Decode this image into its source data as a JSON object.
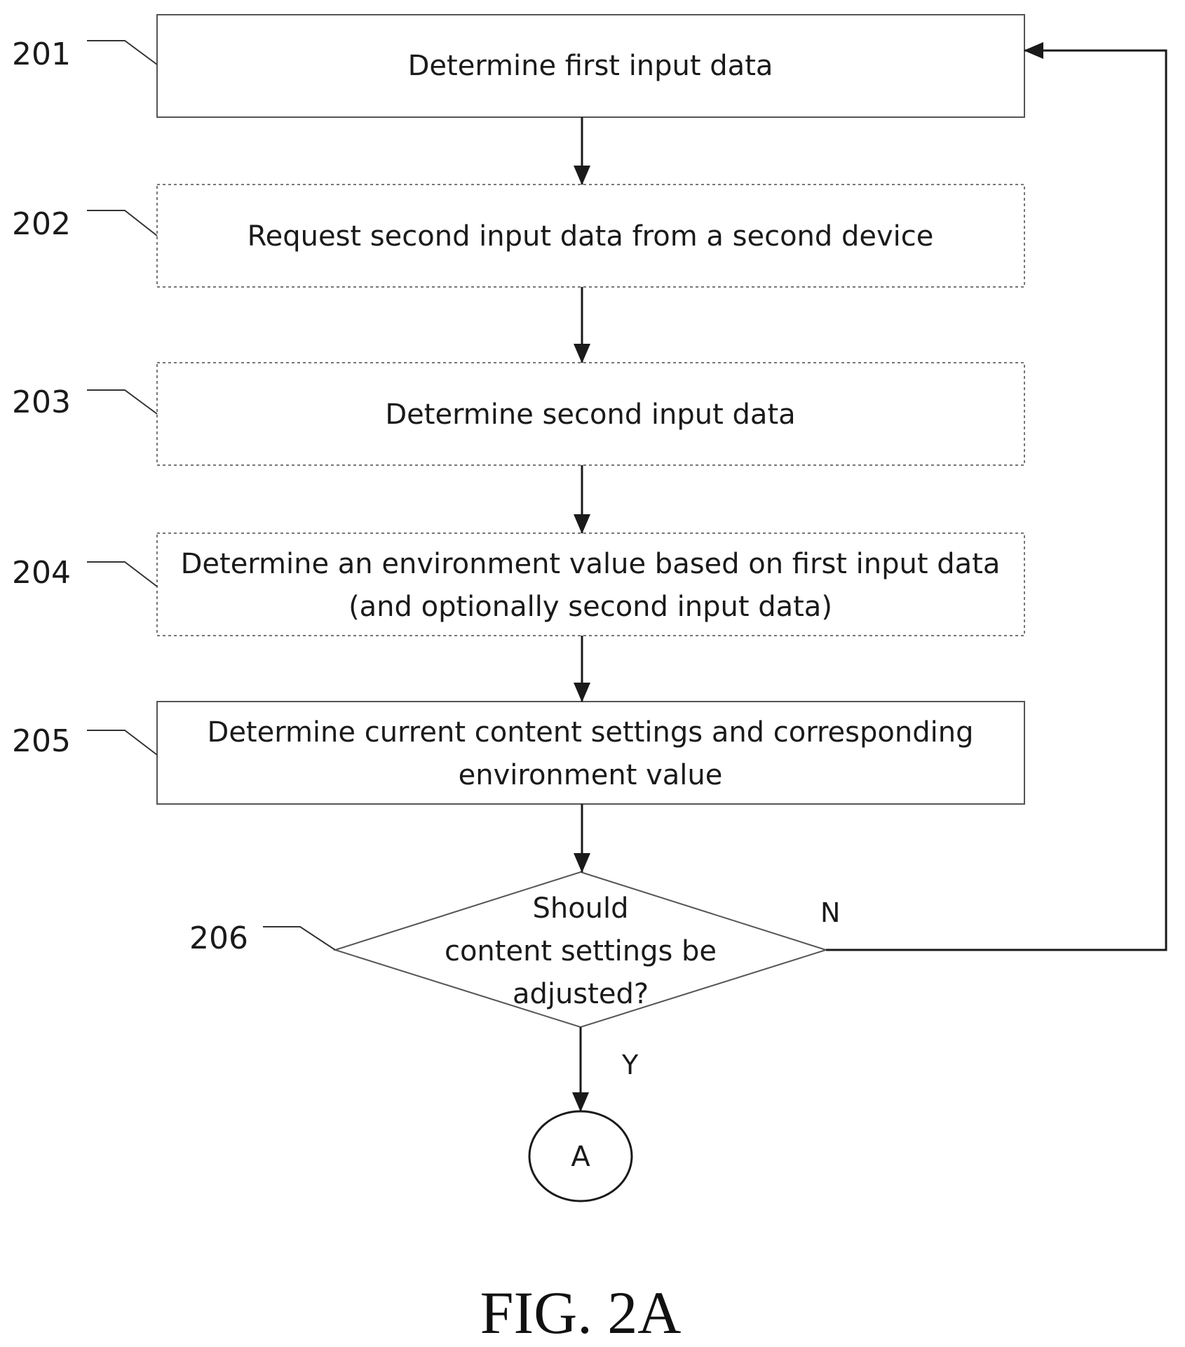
{
  "steps": [
    {
      "ref": "201",
      "lines": [
        "Determine first input data"
      ]
    },
    {
      "ref": "202",
      "lines": [
        "Request second input data from a second device"
      ]
    },
    {
      "ref": "203",
      "lines": [
        "Determine second input data"
      ]
    },
    {
      "ref": "204",
      "lines": [
        "Determine an environment value based on first input data",
        "(and optionally second input data)"
      ]
    },
    {
      "ref": "205",
      "lines": [
        "Determine current content settings and corresponding",
        "environment value"
      ]
    }
  ],
  "decision": {
    "ref": "206",
    "lines": [
      "Should",
      "content settings be",
      "adjusted?"
    ],
    "no_label": "N",
    "yes_label": "Y"
  },
  "connector": {
    "label": "A"
  },
  "figure_label": "FIG. 2A"
}
